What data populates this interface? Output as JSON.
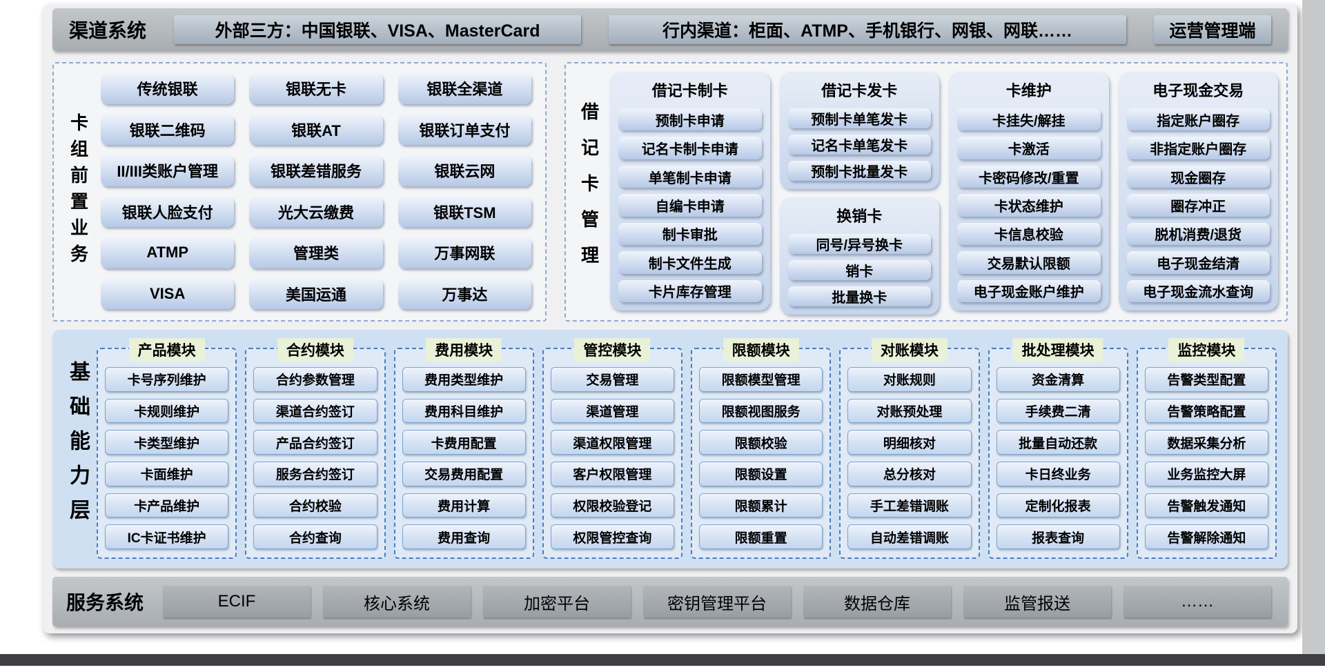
{
  "channel_bar": {
    "label": "渠道系统",
    "buttons": [
      "外部三方：中国银联、VISA、MasterCard",
      "行内渠道：柜面、ATMP、手机银行、网银、网联……",
      "运营管理端"
    ]
  },
  "card_front": {
    "label": "卡组前置业务",
    "buttons": [
      "传统银联",
      "银联无卡",
      "银联全渠道",
      "银联二维码",
      "银联AT",
      "银联订单支付",
      "II/III类账户管理",
      "银联差错服务",
      "银联云网",
      "银联人脸支付",
      "光大云缴费",
      "银联TSM",
      "ATMP",
      "管理类",
      "万事网联",
      "VISA",
      "美国运通",
      "万事达"
    ]
  },
  "debit_card": {
    "label": "借记卡管理",
    "groups": [
      {
        "title": "借记卡制卡",
        "items": [
          "预制卡申请",
          "记名卡制卡申请",
          "单笔制卡申请",
          "自编卡申请",
          "制卡审批",
          "制卡文件生成",
          "卡片库存管理"
        ]
      },
      {
        "title": "借记卡发卡",
        "items": [
          "预制卡单笔发卡",
          "记名卡单笔发卡",
          "预制卡批量发卡"
        ]
      },
      {
        "title": "换销卡",
        "items": [
          "同号/异号换卡",
          "销卡",
          "批量换卡"
        ]
      },
      {
        "title": "卡维护",
        "items": [
          "卡挂失/解挂",
          "卡激活",
          "卡密码修改/重置",
          "卡状态维护",
          "卡信息校验",
          "交易默认限额",
          "电子现金账户维护"
        ]
      },
      {
        "title": "电子现金交易",
        "items": [
          "指定账户圈存",
          "非指定账户圈存",
          "现金圈存",
          "圈存冲正",
          "脱机消费/退货",
          "电子现金结清",
          "电子现金流水查询"
        ]
      }
    ]
  },
  "base_layer": {
    "label": "基础能力层",
    "modules": [
      {
        "title": "产品模块",
        "items": [
          "卡号序列维护",
          "卡规则维护",
          "卡类型维护",
          "卡面维护",
          "卡产品维护",
          "IC卡证书维护"
        ]
      },
      {
        "title": "合约模块",
        "items": [
          "合约参数管理",
          "渠道合约签订",
          "产品合约签订",
          "服务合约签订",
          "合约校验",
          "合约查询"
        ]
      },
      {
        "title": "费用模块",
        "items": [
          "费用类型维护",
          "费用科目维护",
          "卡费用配置",
          "交易费用配置",
          "费用计算",
          "费用查询"
        ]
      },
      {
        "title": "管控模块",
        "items": [
          "交易管理",
          "渠道管理",
          "渠道权限管理",
          "客户权限管理",
          "权限校验登记",
          "权限管控查询"
        ]
      },
      {
        "title": "限额模块",
        "items": [
          "限额模型管理",
          "限额视图服务",
          "限额校验",
          "限额设置",
          "限额累计",
          "限额重置"
        ]
      },
      {
        "title": "对账模块",
        "items": [
          "对账规则",
          "对账预处理",
          "明细核对",
          "总分核对",
          "手工差错调账",
          "自动差错调账"
        ]
      },
      {
        "title": "批处理模块",
        "items": [
          "资金清算",
          "手续费二清",
          "批量自动还款",
          "卡日终业务",
          "定制化报表",
          "报表查询"
        ]
      },
      {
        "title": "监控模块",
        "items": [
          "告警类型配置",
          "告警策略配置",
          "数据采集分析",
          "业务监控大屏",
          "告警触发通知",
          "告警解除通知"
        ]
      }
    ]
  },
  "service_bar": {
    "label": "服务系统",
    "buttons": [
      "ECIF",
      "核心系统",
      "加密平台",
      "密钥管理平台",
      "数据仓库",
      "监管报送",
      "……"
    ]
  },
  "colors": {
    "panel_bg": "#f0f0f2",
    "bar_gray": "#b0b4b8",
    "block_blue_light": "#eef3fa",
    "block_blue_dark": "#b6c9e6",
    "base_layer_bg": "#cfe0f2",
    "module_header_bg": "#e9f1d8",
    "dashed_border_blue": "#4b7cc2",
    "bottom_bar": "#3e3f42"
  }
}
